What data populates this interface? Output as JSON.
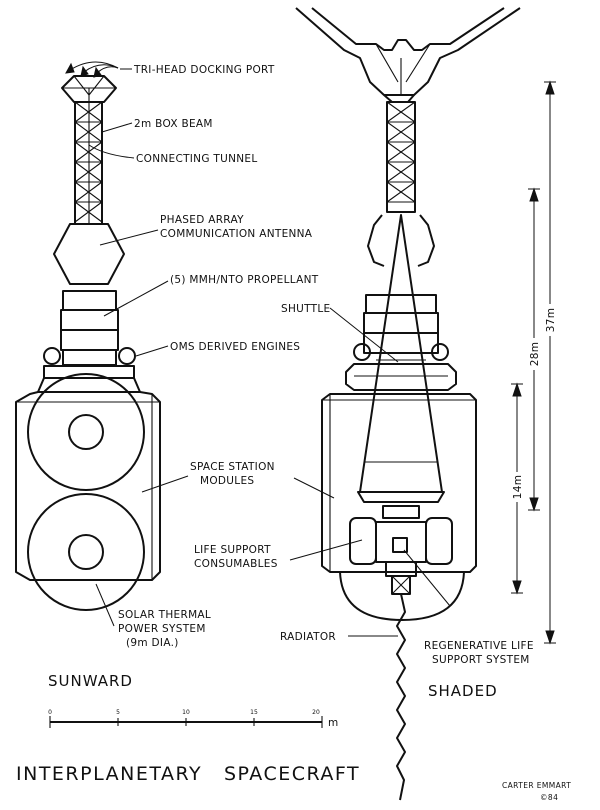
{
  "labels": {
    "docking_port": "TRI-HEAD DOCKING PORT",
    "box_beam": "2m BOX BEAM",
    "tunnel": "CONNECTING TUNNEL",
    "antenna_1": "PHASED ARRAY",
    "antenna_2": "COMMUNICATION ANTENNA",
    "propellant": "(5) MMH/NTO PROPELLANT",
    "shuttle": "SHUTTLE",
    "engines": "OMS DERIVED ENGINES",
    "modules_1": "SPACE STATION",
    "modules_2": "MODULES",
    "life_support_1": "LIFE SUPPORT",
    "life_support_2": "CONSUMABLES",
    "solar_1": "SOLAR THERMAL",
    "solar_2": "POWER SYSTEM",
    "solar_3": "(9m DIA.)",
    "radiator": "RADIATOR",
    "regen_1": "REGENERATIVE LIFE",
    "regen_2": "SUPPORT SYSTEM"
  },
  "views": {
    "sunward": "SUNWARD",
    "shaded": "SHADED"
  },
  "dimensions": {
    "overall": "37m",
    "mid": "28m",
    "short": "14m"
  },
  "scale_bar": {
    "ticks": [
      "0",
      "5",
      "10",
      "15",
      "20"
    ],
    "unit": "m"
  },
  "title": {
    "word1": "INTERPLANETARY",
    "word2": "SPACECRAFT"
  },
  "signature": {
    "name": "CARTER EMMART",
    "year": "©84"
  }
}
